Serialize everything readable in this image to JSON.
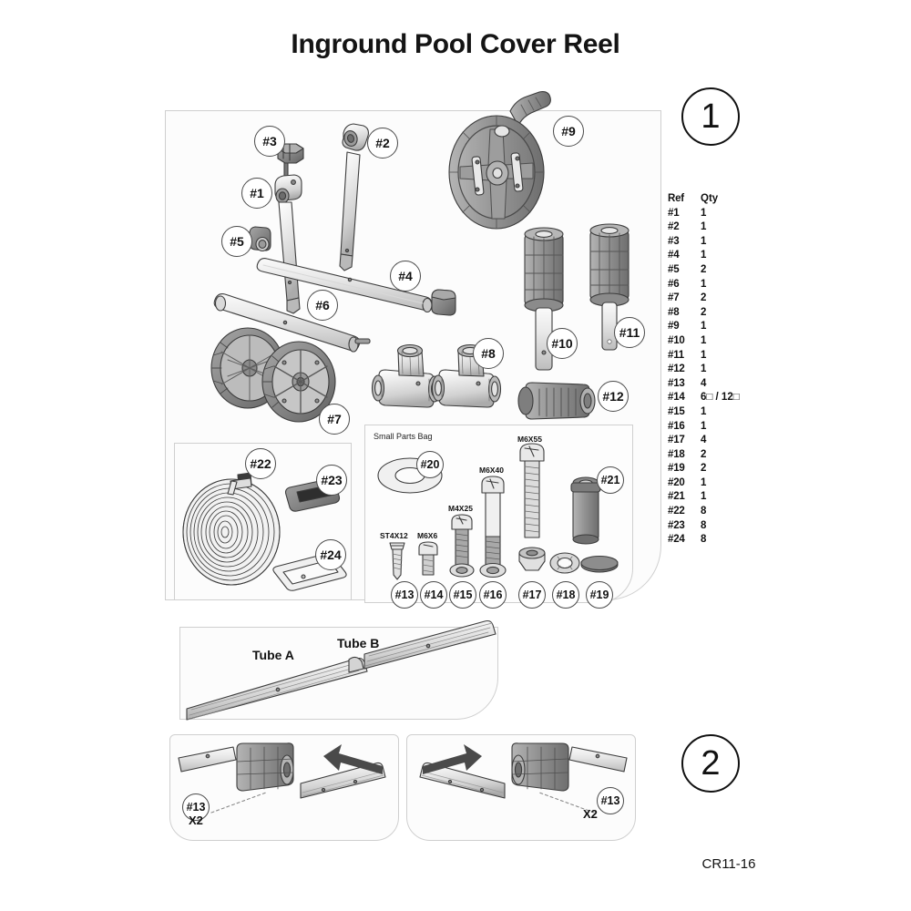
{
  "document": {
    "title": "Inground Pool Cover Reel",
    "model_number": "CR11-16"
  },
  "steps": [
    {
      "number": "1"
    },
    {
      "number": "2"
    }
  ],
  "main_panel": {
    "callouts": [
      {
        "label": "#1"
      },
      {
        "label": "#2"
      },
      {
        "label": "#3"
      },
      {
        "label": "#4"
      },
      {
        "label": "#5"
      },
      {
        "label": "#6"
      },
      {
        "label": "#7"
      },
      {
        "label": "#8"
      },
      {
        "label": "#9"
      },
      {
        "label": "#10"
      },
      {
        "label": "#11"
      },
      {
        "label": "#12"
      }
    ]
  },
  "strap_panel": {
    "callouts": [
      {
        "label": "#22"
      },
      {
        "label": "#23"
      },
      {
        "label": "#24"
      }
    ]
  },
  "small_parts_bag": {
    "heading": "Small Parts Bag",
    "callouts": [
      {
        "label": "#13",
        "spec": "ST4X12"
      },
      {
        "label": "#14",
        "spec": "M6X6"
      },
      {
        "label": "#15",
        "spec": "M4X25"
      },
      {
        "label": "#16",
        "spec": "M6X40"
      },
      {
        "label": "#17",
        "spec": "M6X55"
      },
      {
        "label": "#18",
        "spec": ""
      },
      {
        "label": "#19",
        "spec": ""
      },
      {
        "label": "#20",
        "spec": ""
      },
      {
        "label": "#21",
        "spec": ""
      }
    ]
  },
  "tube_panel": {
    "labels": [
      {
        "text": "Tube A"
      },
      {
        "text": "Tube B"
      }
    ]
  },
  "step2_panels": [
    {
      "callout": "#13",
      "quantity": "X2"
    },
    {
      "callout": "#13",
      "quantity": "X2"
    }
  ],
  "reference_table": {
    "headers": {
      "ref": "Ref",
      "qty": "Qty"
    },
    "rows": [
      {
        "ref": "#1",
        "qty": "1"
      },
      {
        "ref": "#2",
        "qty": "1"
      },
      {
        "ref": "#3",
        "qty": "1"
      },
      {
        "ref": "#4",
        "qty": "1"
      },
      {
        "ref": "#5",
        "qty": "2"
      },
      {
        "ref": "#6",
        "qty": "1"
      },
      {
        "ref": "#7",
        "qty": "2"
      },
      {
        "ref": "#8",
        "qty": "2"
      },
      {
        "ref": "#9",
        "qty": "1"
      },
      {
        "ref": "#10",
        "qty": "1"
      },
      {
        "ref": "#11",
        "qty": "1"
      },
      {
        "ref": "#12",
        "qty": "1"
      },
      {
        "ref": "#13",
        "qty": "4"
      },
      {
        "ref": "#14",
        "qty": "6□  /  12□"
      },
      {
        "ref": "#15",
        "qty": "1"
      },
      {
        "ref": "#16",
        "qty": "1"
      },
      {
        "ref": "#17",
        "qty": "4"
      },
      {
        "ref": "#18",
        "qty": "2"
      },
      {
        "ref": "#19",
        "qty": "2"
      },
      {
        "ref": "#20",
        "qty": "1"
      },
      {
        "ref": "#21",
        "qty": "1"
      },
      {
        "ref": "#22",
        "qty": "8"
      },
      {
        "ref": "#23",
        "qty": "8"
      },
      {
        "ref": "#24",
        "qty": "8"
      }
    ]
  },
  "colors": {
    "line": "#3c3c3c",
    "panel_border": "#cfcfcf",
    "light_part": "#ececec",
    "mid_part": "#9a9a9a",
    "dark_part": "#6f6f6f",
    "arrow": "#4a4a4a"
  }
}
